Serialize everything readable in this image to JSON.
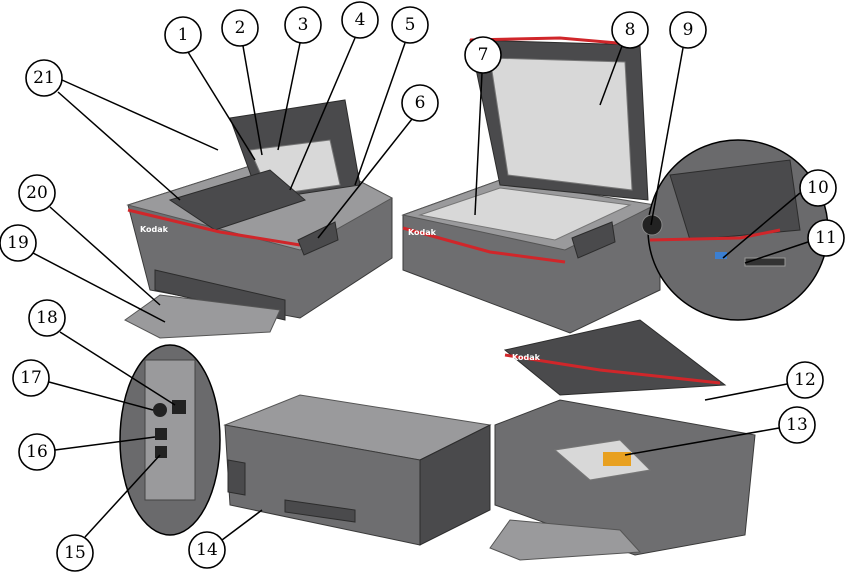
{
  "brand": "Kodak",
  "callouts": [
    "1",
    "2",
    "3",
    "4",
    "5",
    "6",
    "7",
    "8",
    "9",
    "10",
    "11",
    "12",
    "13",
    "14",
    "15",
    "16",
    "17",
    "18",
    "19",
    "20",
    "21"
  ],
  "colors": {
    "accent_red": "#d0262a",
    "printer_gray": "#6e6e70",
    "outline": "#000000"
  }
}
